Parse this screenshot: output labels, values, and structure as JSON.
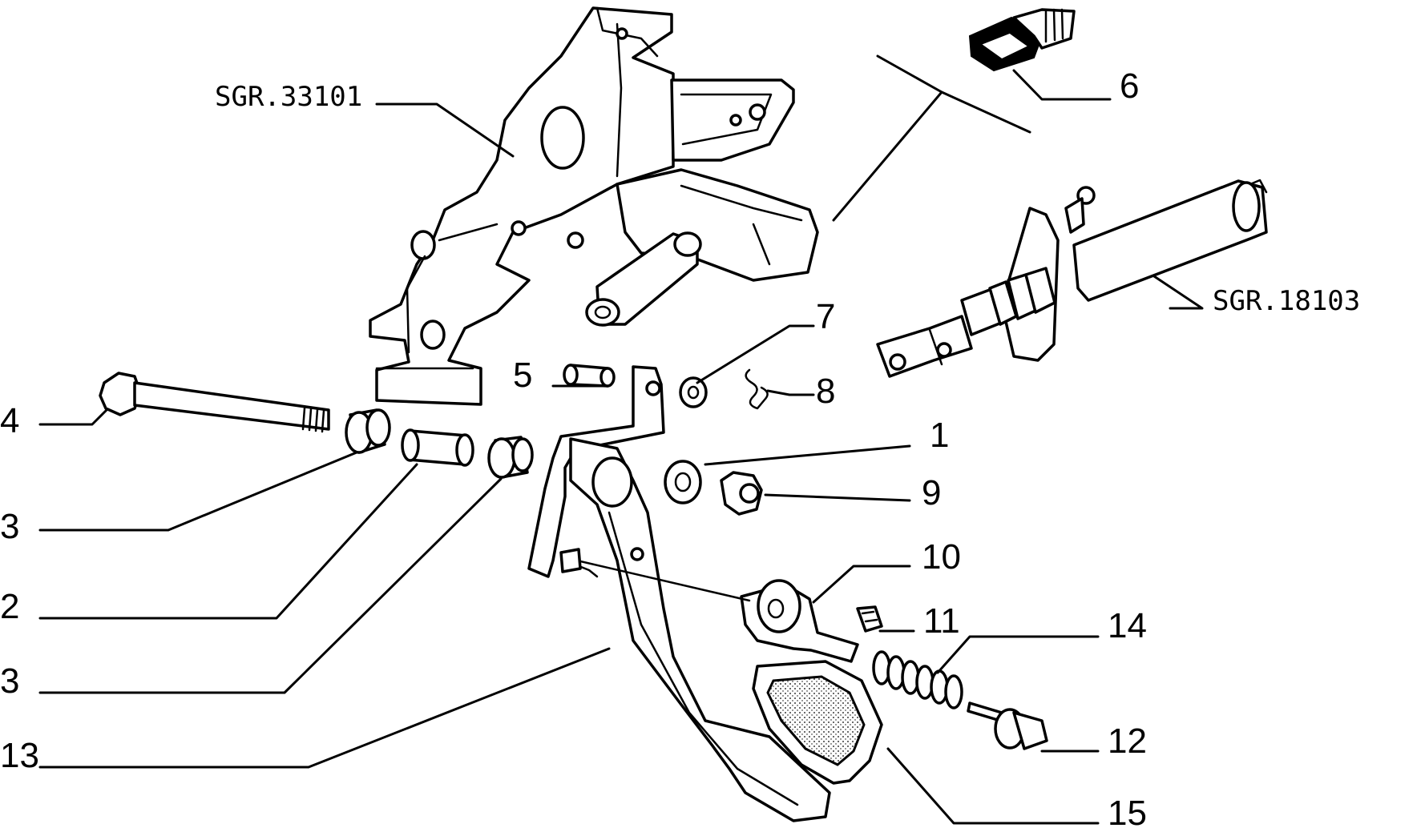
{
  "diagram": {
    "references": {
      "bracket": "SGR.33101",
      "master_cylinder": "SGR.18103"
    },
    "callouts": [
      {
        "id": "c1",
        "label": "1"
      },
      {
        "id": "c2",
        "label": "2"
      },
      {
        "id": "c3a",
        "label": "3"
      },
      {
        "id": "c3b",
        "label": "3"
      },
      {
        "id": "c4",
        "label": "4"
      },
      {
        "id": "c5",
        "label": "5"
      },
      {
        "id": "c6",
        "label": "6"
      },
      {
        "id": "c7",
        "label": "7"
      },
      {
        "id": "c8",
        "label": "8"
      },
      {
        "id": "c9",
        "label": "9"
      },
      {
        "id": "c10",
        "label": "10"
      },
      {
        "id": "c11",
        "label": "11"
      },
      {
        "id": "c12",
        "label": "12"
      },
      {
        "id": "c13",
        "label": "13"
      },
      {
        "id": "c14",
        "label": "14"
      },
      {
        "id": "c15",
        "label": "15"
      }
    ]
  }
}
